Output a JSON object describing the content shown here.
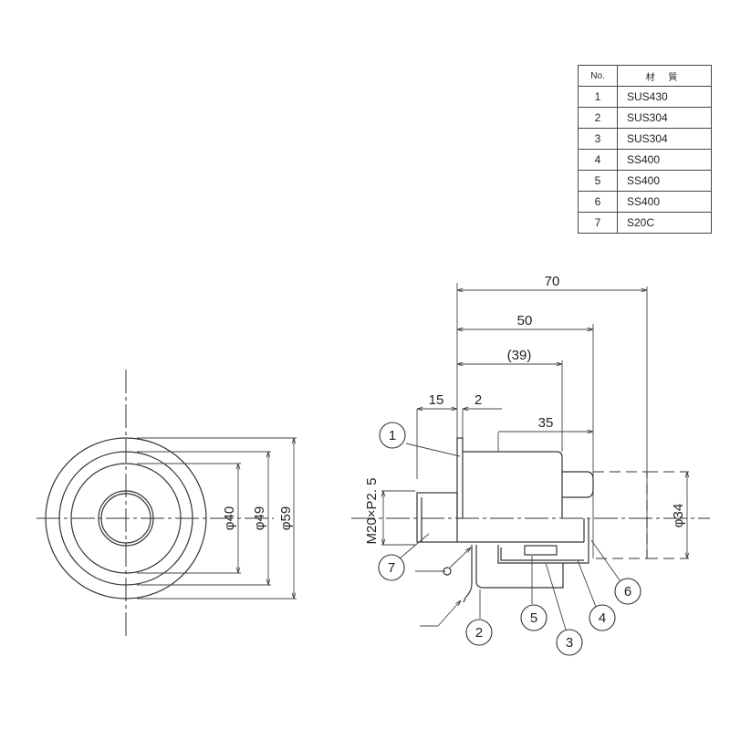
{
  "materials_table": {
    "headers": {
      "no": "No.",
      "material": "材 質"
    },
    "rows": [
      {
        "no": "1",
        "material": "SUS430"
      },
      {
        "no": "2",
        "material": "SUS304"
      },
      {
        "no": "3",
        "material": "SUS304"
      },
      {
        "no": "4",
        "material": "SS400"
      },
      {
        "no": "5",
        "material": "SS400"
      },
      {
        "no": "6",
        "material": "SS400"
      },
      {
        "no": "7",
        "material": "S20C"
      }
    ]
  },
  "front_view": {
    "dimensions": {
      "d40": "φ40",
      "d49": "φ49",
      "d59": "φ59"
    }
  },
  "side_view": {
    "dimensions": {
      "overall": "70",
      "d50": "50",
      "d39": "(39)",
      "d15": "15",
      "d2": "2",
      "d35": "35",
      "thread": "M20×P2. 5",
      "d34": "φ34"
    },
    "balloons": [
      "1",
      "2",
      "3",
      "4",
      "5",
      "6",
      "7"
    ]
  }
}
